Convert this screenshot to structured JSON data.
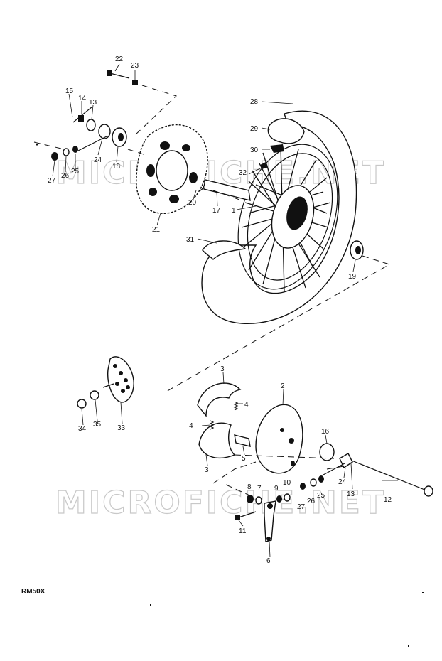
{
  "watermark": {
    "upper": "MICROFICHE.NET",
    "lower": "MICROFICHE.NET"
  },
  "model_code": "RM50X",
  "labels": {
    "p1": "1",
    "p2": "2",
    "p3a": "3",
    "p3b": "3",
    "p4a": "4",
    "p4b": "4",
    "p5": "5",
    "p6": "6",
    "p7": "7",
    "p8": "8",
    "p9": "9",
    "p10": "10",
    "p11": "11",
    "p12": "12",
    "p13a": "13",
    "p13b": "13",
    "p14": "14",
    "p15": "15",
    "p16": "16",
    "p17": "17",
    "p18": "18",
    "p19": "19",
    "p20": "20",
    "p21": "21",
    "p22": "22",
    "p23": "23",
    "p24a": "24",
    "p24b": "24",
    "p25a": "25",
    "p25b": "25",
    "p26a": "26",
    "p26b": "26",
    "p27a": "27",
    "p27b": "27",
    "p28": "28",
    "p29": "29",
    "p30": "30",
    "p31": "31",
    "p32": "32",
    "p33": "33",
    "p34": "34",
    "p35": "35"
  }
}
